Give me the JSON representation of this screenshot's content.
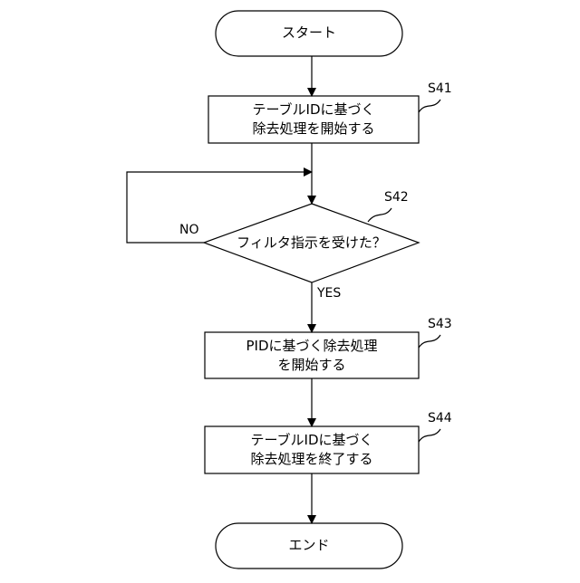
{
  "flowchart": {
    "start": "スタート",
    "end": "エンド",
    "steps": [
      {
        "id": "S41",
        "lines": [
          "テーブルIDに基づく",
          "除去処理を開始する"
        ]
      },
      {
        "id": "S43",
        "lines": [
          "PIDに基づく除去処理",
          "を開始する"
        ]
      },
      {
        "id": "S44",
        "lines": [
          "テーブルIDに基づく",
          "除去処理を終了する"
        ]
      }
    ],
    "decision": {
      "id": "S42",
      "text": "フィルタ指示を受けた？",
      "yes": "YES",
      "no": "NO"
    }
  }
}
